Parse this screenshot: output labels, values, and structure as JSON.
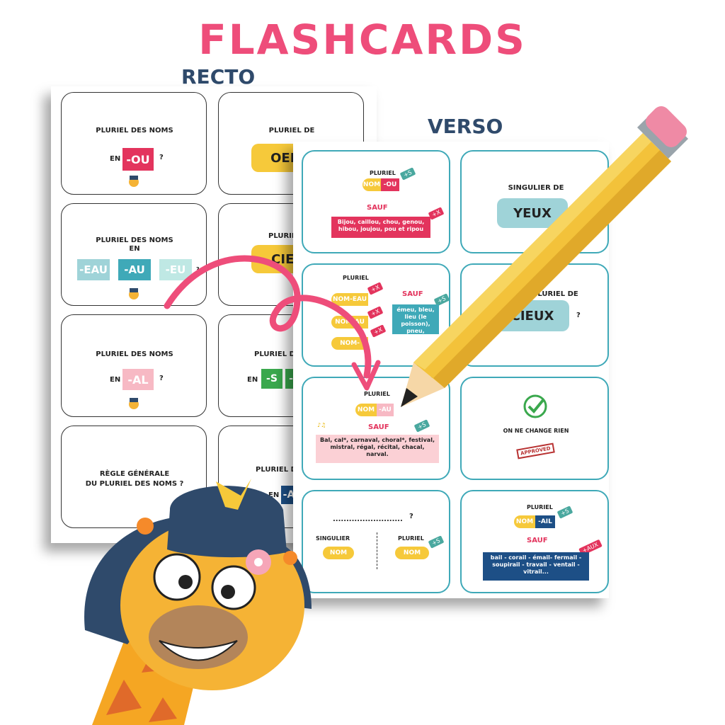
{
  "title": "FLASHCARDS",
  "recto_label": "RECTO",
  "verso_label": "VERSO",
  "recto": {
    "c1": {
      "line1": "PLURIEL DES NOMS",
      "pre": "EN",
      "chip": "-OU",
      "q": "?"
    },
    "c2": {
      "line1": "PLURIEL DE",
      "chip": "OEIL"
    },
    "c3": {
      "line1": "PLURIEL DES NOMS",
      "line2": "EN",
      "chips": [
        "-EAU",
        "-AU",
        "-EU"
      ],
      "q": "?"
    },
    "c4": {
      "line1": "PLURIEL",
      "chip": "CIEL"
    },
    "c5": {
      "line1": "PLURIEL DES NOMS",
      "pre": "EN",
      "chip": "-AL",
      "q": "?"
    },
    "c6": {
      "line1": "PLURIEL D",
      "pre": "EN",
      "chips": [
        "-S",
        "-"
      ]
    },
    "c7": {
      "line1": "RÈGLE GÉNÉRALE",
      "line2": "DU PLURIEL DES NOMS ?"
    },
    "c8": {
      "line1": "PLURIEL DE",
      "pre": "EN",
      "chip": "-A"
    }
  },
  "verso": {
    "v1": {
      "label": "PLURIEL",
      "nom": "NOM",
      "suffix": "-OU",
      "tag": "+S",
      "sauf": "SAUF",
      "tag2": "+X",
      "box": "Bijou, caillou, chou, genou, hibou, joujou, pou et ripou"
    },
    "v2": {
      "label": "SINGULIER DE",
      "chip": "YEUX"
    },
    "v3": {
      "label": "PLURIEL",
      "rows": [
        "NOM-EAU",
        "NOM-AU",
        "NOM-"
      ],
      "tags": [
        "+X",
        "+X",
        "+X"
      ],
      "sauf": "SAUF",
      "tag_s": "+S",
      "box": "émeu, bleu, lieu (le poisson), pneu, landau"
    },
    "v4": {
      "label": "PLURIEL DE",
      "chip": "CIEUX",
      "q": "?"
    },
    "v5": {
      "label": "PLURIEL",
      "nom": "NOM",
      "suffix": "-AU",
      "sauf": "SAUF",
      "tag": "+S",
      "box": "Bal, cal*, carnaval, choral*, festival, mistral, régal, récital, chacal, narval."
    },
    "v6": {
      "label": "ON NE CHANGE RIEN",
      "stamp": "APPROVED"
    },
    "v7": {
      "dots": "..........................",
      "q": "?",
      "left_label": "SINGULIER",
      "right_label": "PLURIEL",
      "left_chip": "NOM",
      "right_chip": "NOM",
      "tag": "+S"
    },
    "v8": {
      "label": "PLURIEL",
      "nom": "NOM",
      "suffix": "-AIL",
      "tag": "+S",
      "sauf": "SAUF",
      "tag2": "+AUX",
      "box": "bail - corail - émail- fermail - soupirail - travail - ventail - vitrail..."
    }
  },
  "colors": {
    "title": "#ee4d7a",
    "teal": "#3fa9b8",
    "pink": "#e3345d",
    "yellow": "#f6c93a",
    "navy": "#1d4f86"
  }
}
